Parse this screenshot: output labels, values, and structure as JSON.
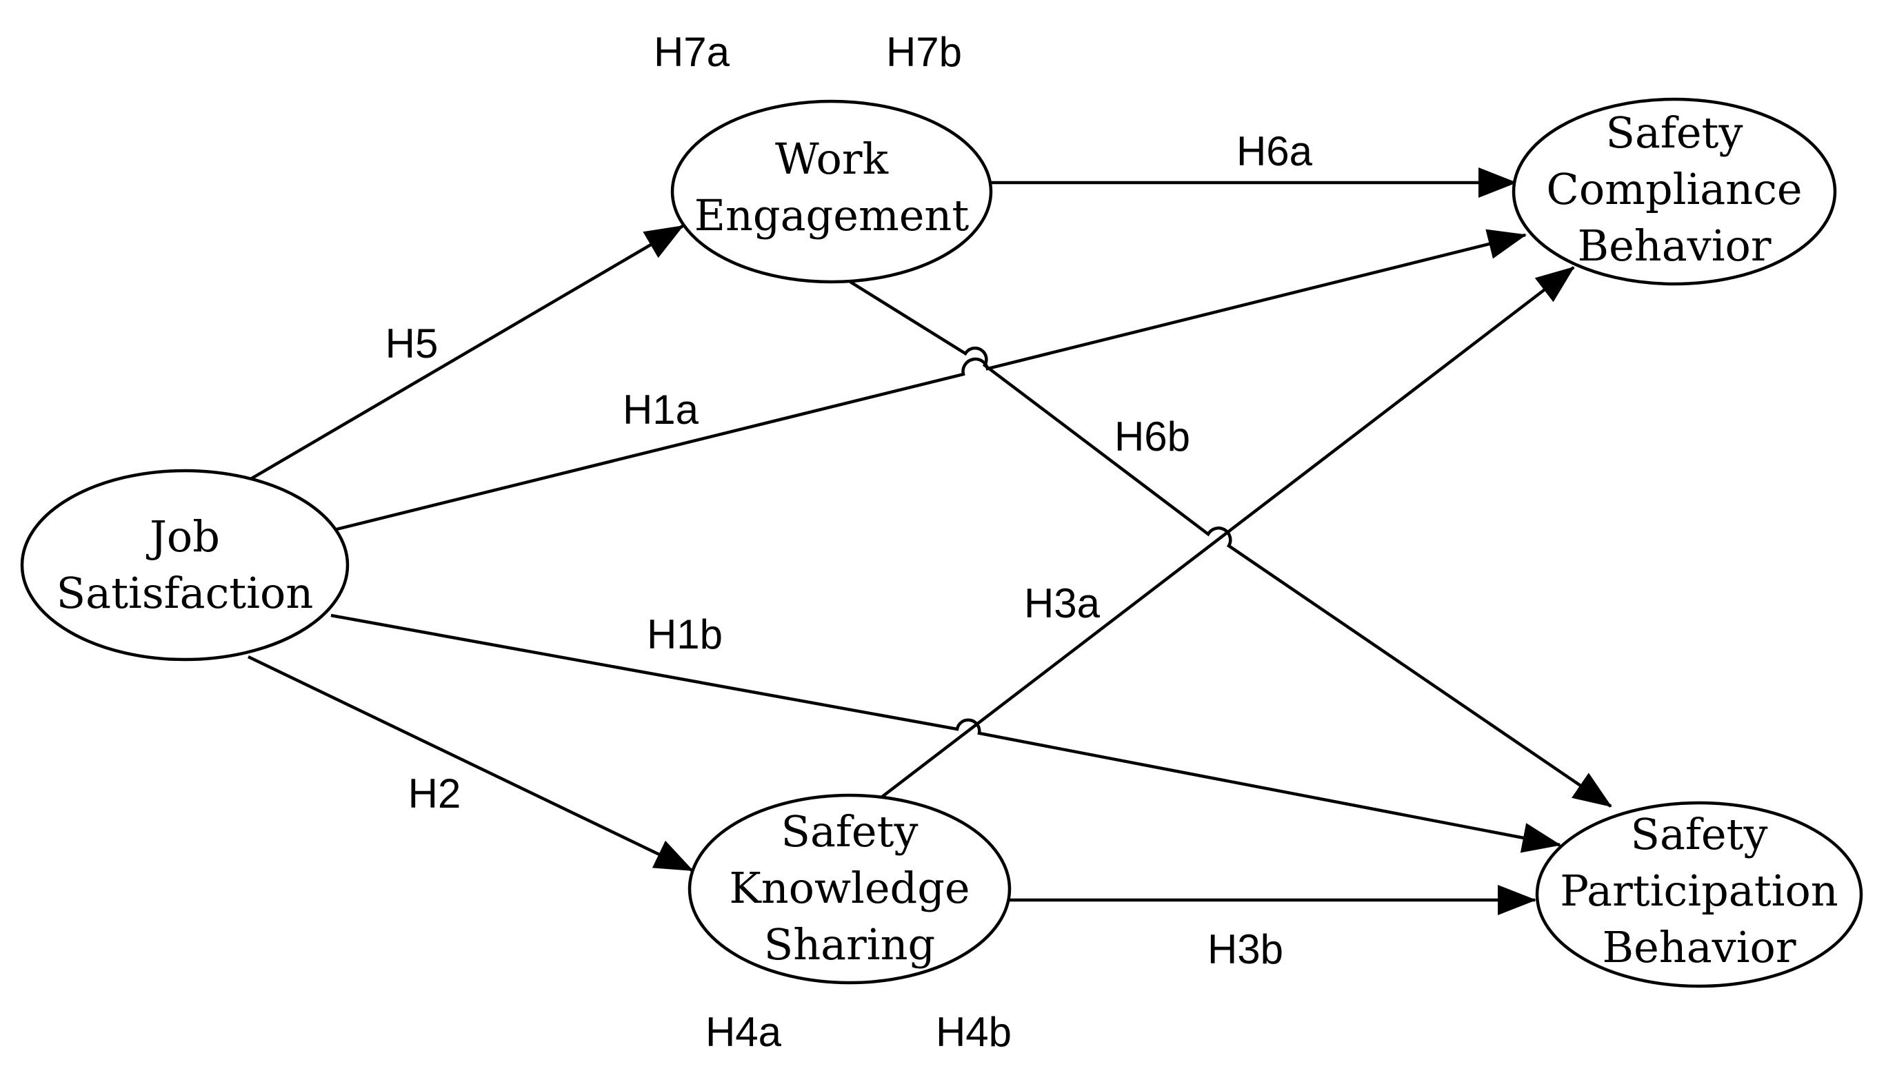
{
  "nodes": {
    "job_satisfaction": {
      "line1": "Job",
      "line2": "Satisfaction"
    },
    "work_engagement": {
      "line1": "Work",
      "line2": "Engagement"
    },
    "safety_knowledge_sharing": {
      "line1": "Safety",
      "line2": "Knowledge",
      "line3": "Sharing"
    },
    "safety_compliance_behavior": {
      "line1": "Safety",
      "line2": "Compliance",
      "line3": "Behavior"
    },
    "safety_participation_behavior": {
      "line1": "Safety",
      "line2": "Participation",
      "line3": "Behavior"
    }
  },
  "hypotheses": {
    "h1a": "H1a",
    "h1b": "H1b",
    "h2": "H2",
    "h3a": "H3a",
    "h3b": "H3b",
    "h4a": "H4a",
    "h4b": "H4b",
    "h5": "H5",
    "h6a": "H6a",
    "h6b": "H6b",
    "h7a": "H7a",
    "h7b": "H7b"
  },
  "colors": {
    "stroke": "#000000",
    "background": "#ffffff"
  }
}
